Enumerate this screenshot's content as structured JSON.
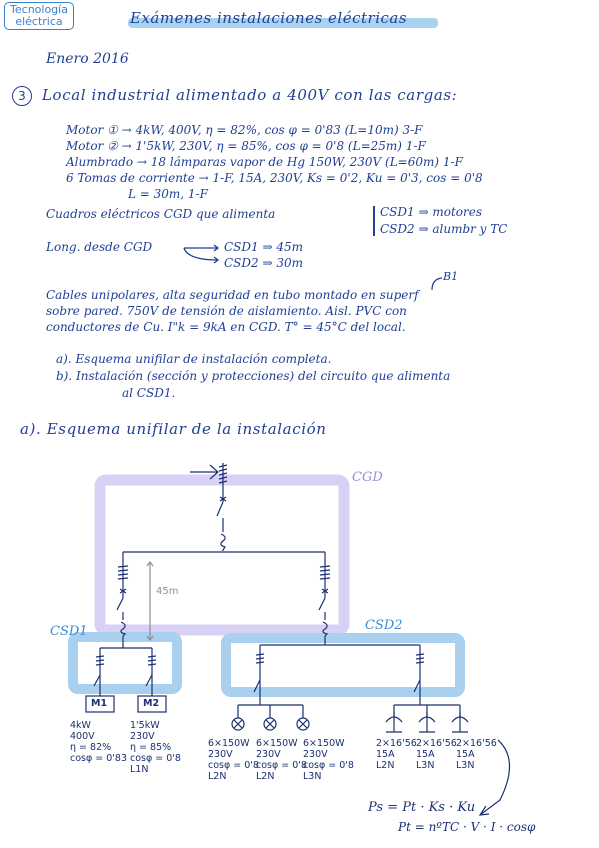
{
  "tag": {
    "line1": "Tecnología",
    "line2": "eléctrica"
  },
  "title": "Exámenes instalaciones eléctricas",
  "date": "Enero 2016",
  "problem": {
    "number": "3",
    "statement": "Local industrial alimentado a 400V con las cargas:",
    "loads": [
      "Motor ① → 4kW, 400V, η = 82%, cos φ = 0'83 (L=10m) 3-F",
      "Motor ② → 1'5kW, 230V, η = 85%, cos φ = 0'8 (L=25m) 1-F",
      "Alumbrado → 18 lámparas vapor de Hg 150W, 230V (L=60m) 1-F",
      "6 Tomas de corriente → 1-F, 15A, 230V, Ks = 0'2, Ku = 0'3, cos = 0'8",
      "L = 30m, 1-F"
    ],
    "panels_label": "Cuadros eléctricos CGD que alimenta",
    "panels": [
      "CSD1 ⇒ motores",
      "CSD2 ⇒ alumbr y TC"
    ],
    "length_label": "Long. desde CGD",
    "lengths": [
      "CSD1 ⇒ 45m",
      "CSD2 ⇒ 30m"
    ],
    "cable_note": "B1",
    "cables": [
      "Cables unipolares, alta seguridad en tubo montado en superf",
      "sobre pared. 750V de tensión de aislamiento. Aisl. PVC con",
      "conductores de Cu. I\"k = 9kA en CGD. T° = 45°C del local."
    ],
    "questions": [
      "a). Esquema unifilar de instalación completa.",
      "b). Instalación (sección y protecciones) del circuito que alimenta",
      "al CSD1."
    ]
  },
  "section_a_title": "a). Esquema unifilar de la instalación",
  "diagram": {
    "cgd": "CGD",
    "csd1": "CSD1",
    "csd2": "CSD2",
    "dimension": "45m",
    "motor1": {
      "label": "M1",
      "specs": [
        "4kW",
        "400V",
        "η = 82%",
        "cosφ = 0'83"
      ]
    },
    "motor2": {
      "label": "M2",
      "specs": [
        "1'5kW",
        "230V",
        "η = 85%",
        "cosφ = 0'8",
        "L1N"
      ]
    },
    "lamps": [
      {
        "specs": [
          "6×150W",
          "230V",
          "cosφ = 0'8",
          "L2N"
        ]
      },
      {
        "specs": [
          "6×150W",
          "230V",
          "cosφ = 0'8",
          "L2N"
        ]
      },
      {
        "specs": [
          "6×150W",
          "230V",
          "cosφ = 0'8",
          "L3N"
        ]
      }
    ],
    "sockets": [
      {
        "specs": [
          "2×16'56",
          "15A",
          "L2N"
        ]
      },
      {
        "specs": [
          "2×16'56",
          "15A",
          "L3N"
        ]
      },
      {
        "specs": [
          "2×16'56",
          "15A",
          "L3N"
        ]
      }
    ],
    "formula1": "Ps = Pt · Ks · Ku",
    "formula2": "Pt = nºTC · V · I · cosφ"
  },
  "colors": {
    "ink": "#1f3f95",
    "cgd_box": "#d9d0f5",
    "csd_box": "#a9d0ef",
    "title_highlight": "#a9d2f0"
  }
}
